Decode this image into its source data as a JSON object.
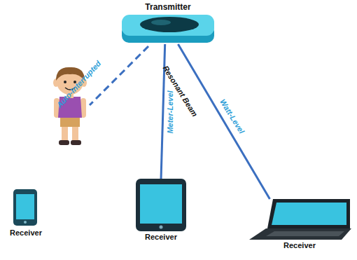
{
  "diagram": {
    "nodes": [
      {
        "text": [
          "Transmitter"
        ]
      },
      {
        "text": [
          "Receiver"
        ]
      },
      {
        "text": [
          "Receiver"
        ]
      },
      {
        "text": [
          "Receiver"
        ]
      }
    ],
    "edges": [
      {
        "from": 0,
        "to": 2,
        "label": "Meter-Level",
        "arrow": "none"
      },
      {
        "from": 0,
        "to": 3,
        "label": "Watt-Level",
        "arrow": "none"
      }
    ],
    "labels": [
      "Auto-Interrupted",
      "Resonant Beam"
    ]
  }
}
